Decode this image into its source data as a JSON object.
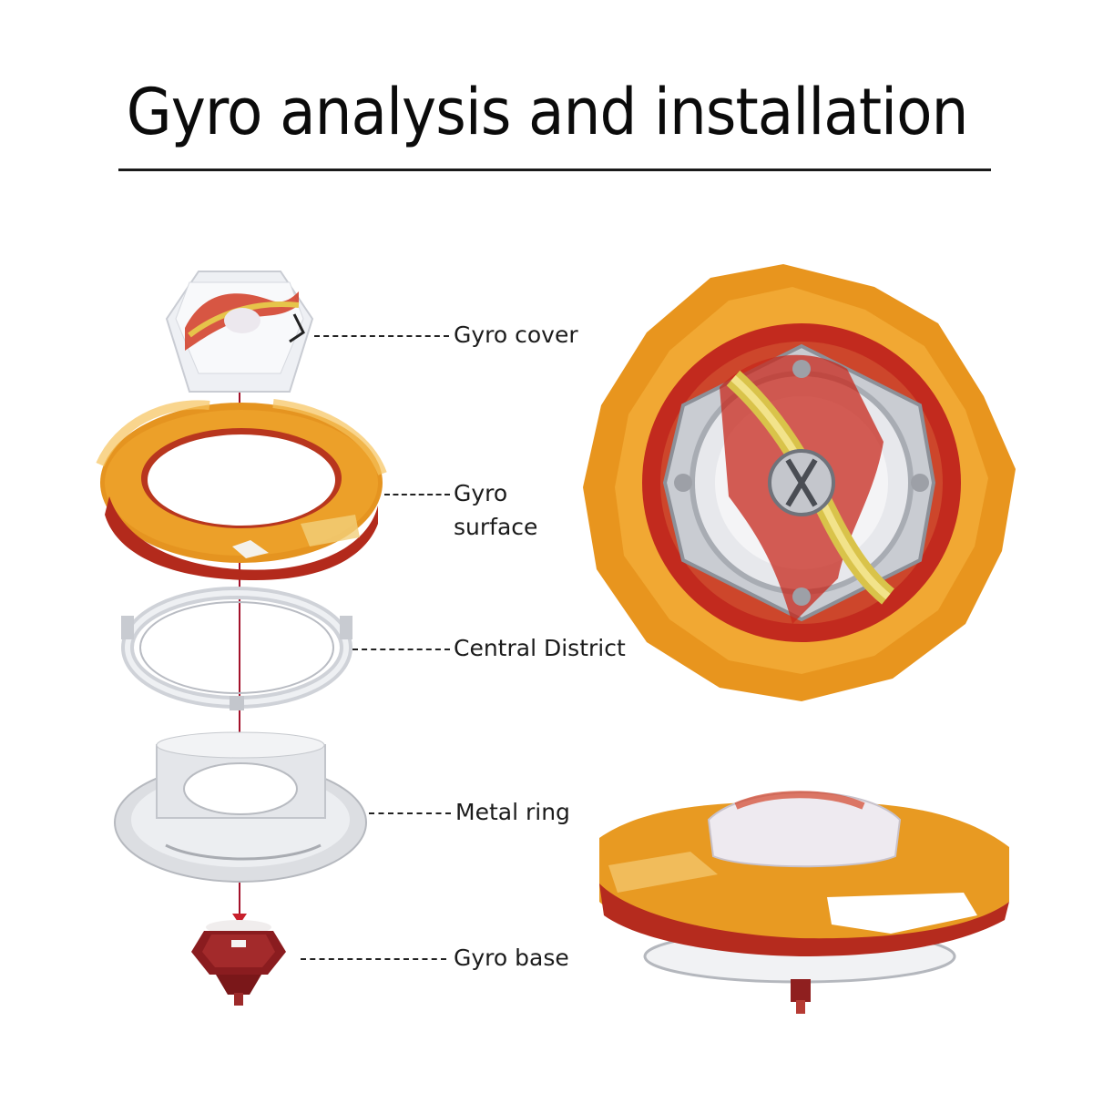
{
  "page": {
    "title": "Gyro analysis and installation"
  },
  "parts": [
    {
      "id": "gyro-cover",
      "label": "Gyro cover"
    },
    {
      "id": "gyro-surface",
      "label_line1": "Gyro",
      "label_line2": "surface"
    },
    {
      "id": "central-district",
      "label": "Central District"
    },
    {
      "id": "metal-ring",
      "label": "Metal ring"
    },
    {
      "id": "gyro-base",
      "label": "Gyro base"
    }
  ],
  "images": {
    "exploded_view": "spinning-top-exploded-diagram",
    "top_view": "assembled-top-view",
    "side_view": "assembled-side-view"
  },
  "colors": {
    "orange": "#e79a1f",
    "gold": "#f2b33c",
    "red": "#c4281f",
    "dark_red": "#8e1b1b",
    "silver": "#d9d9dc",
    "axis_line": "#a3112a",
    "text": "#111111"
  }
}
